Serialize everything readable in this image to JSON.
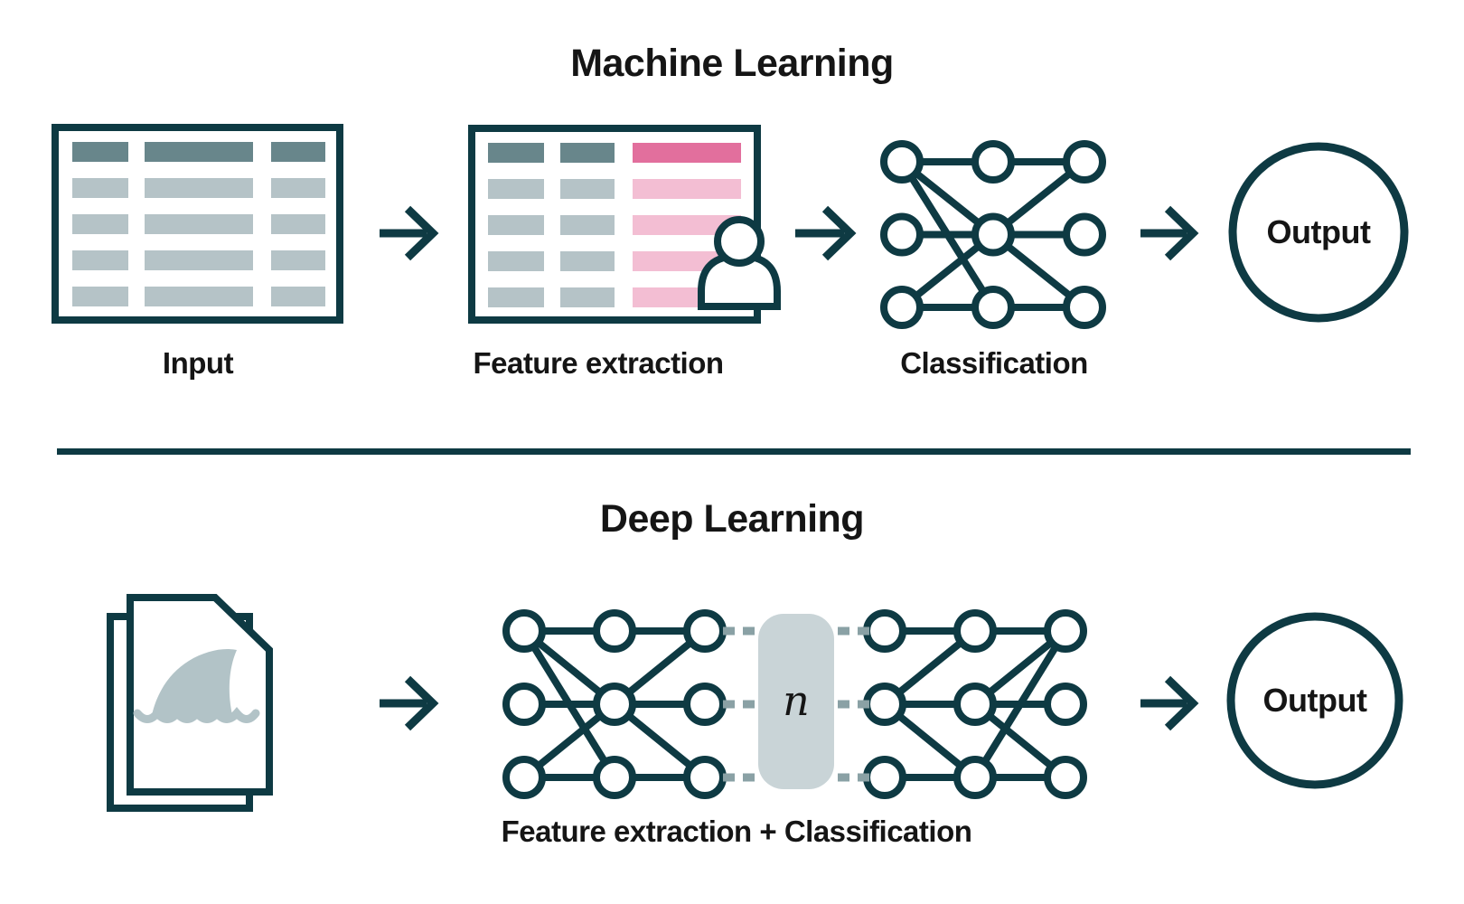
{
  "ml": {
    "title": "Machine Learning",
    "steps": [
      {
        "name": "input",
        "label": "Input"
      },
      {
        "name": "feature-extraction",
        "label": "Feature extraction"
      },
      {
        "name": "classification",
        "label": "Classification"
      }
    ],
    "output_label": "Output"
  },
  "dl": {
    "title": "Deep Learning",
    "caption": "Feature extraction + Classification",
    "hidden_layer_symbol": "n",
    "output_label": "Output"
  },
  "colors": {
    "stroke": "#0e3a43",
    "text": "#151515",
    "table_header": "#68868b",
    "table_cell": "#b5c3c7",
    "pink_header": "#e26f9d",
    "pink_cell": "#f3bed3",
    "block_fill": "#c9d4d7",
    "dash": "#8aa1a5",
    "fin": "#b2c3c7",
    "background": "#ffffff"
  },
  "networks": {
    "classification": {
      "rows": 3,
      "cols": 3,
      "edges": [
        [
          0,
          0,
          0,
          1
        ],
        [
          0,
          1,
          0,
          2
        ],
        [
          1,
          0,
          1,
          1
        ],
        [
          1,
          1,
          1,
          2
        ],
        [
          2,
          0,
          2,
          1
        ],
        [
          2,
          1,
          2,
          2
        ],
        [
          0,
          0,
          1,
          1
        ],
        [
          0,
          0,
          2,
          1
        ],
        [
          2,
          0,
          1,
          1
        ],
        [
          1,
          1,
          0,
          2
        ],
        [
          1,
          1,
          2,
          2
        ]
      ]
    },
    "dl_left": {
      "rows": 3,
      "cols": 3,
      "edges": [
        [
          0,
          0,
          0,
          1
        ],
        [
          0,
          1,
          0,
          2
        ],
        [
          1,
          0,
          1,
          1
        ],
        [
          1,
          1,
          1,
          2
        ],
        [
          2,
          0,
          2,
          1
        ],
        [
          2,
          1,
          2,
          2
        ],
        [
          0,
          0,
          1,
          1
        ],
        [
          0,
          0,
          2,
          1
        ],
        [
          2,
          0,
          1,
          1
        ],
        [
          1,
          1,
          0,
          2
        ],
        [
          1,
          1,
          2,
          2
        ]
      ]
    },
    "dl_right": {
      "rows": 3,
      "cols": 3,
      "edges": [
        [
          0,
          0,
          0,
          1
        ],
        [
          0,
          1,
          0,
          2
        ],
        [
          1,
          0,
          1,
          1
        ],
        [
          1,
          1,
          1,
          2
        ],
        [
          2,
          0,
          2,
          1
        ],
        [
          2,
          1,
          2,
          2
        ],
        [
          1,
          0,
          0,
          1
        ],
        [
          1,
          1,
          0,
          2
        ],
        [
          0,
          2,
          2,
          1
        ],
        [
          1,
          0,
          2,
          1
        ],
        [
          1,
          1,
          2,
          2
        ]
      ]
    }
  }
}
